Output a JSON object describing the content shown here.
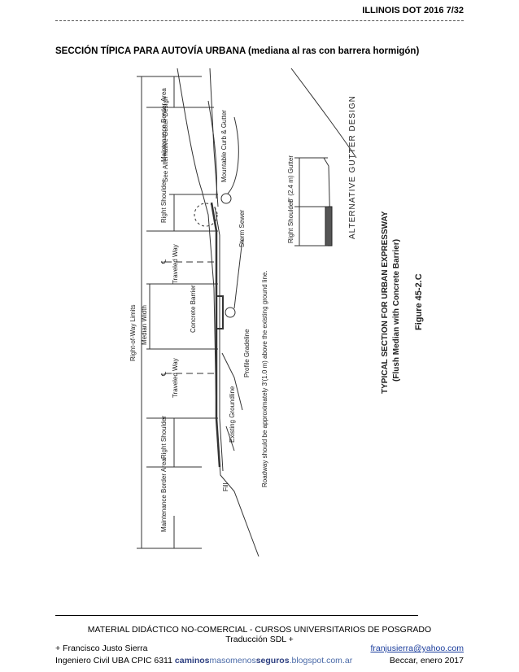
{
  "header": {
    "page_ref": "ILLINOIS DOT 2016 7/32"
  },
  "section_title": "SECCIÓN TÍPICA PARA AUTOVÍA URBANA (mediana al ras con barrera hormigón)",
  "figure": {
    "caption_line1": "TYPICAL SECTION FOR URBAN EXPRESSWAY",
    "caption_line2": "(Flush Median with Concrete Barrier)",
    "figure_number": "Figure 45-2.C",
    "labels": {
      "right_of_way": "Right-of-Way Limits",
      "maintenance_top": "Maintenance Border Area",
      "maintenance_bottom": "Maintenance Border Area",
      "right_shoulder_top": "Right Shoulder",
      "right_shoulder_bottom": "Right Shoulder",
      "traveled_way_top": "Traveled Way",
      "traveled_way_bottom": "Traveled Way",
      "median_width": "Median Width",
      "concrete_barrier": "Concrete Barrier",
      "profile_gradeline": "Profile Gradeline",
      "storm_sewer": "Storm Sewer",
      "mountable_curb": "Mountable Curb & Gutter",
      "see_alternative": "See Alternative Gutter Design",
      "existing_groundline": "Existing Groundline",
      "fill": "Fill",
      "roadway_note": "Roadway should be approximately 3'(1.0 m) above the existing ground line.",
      "alt_gutter_design": "ALTERNATIVE GUTTER DESIGN",
      "alt_right_shoulder": "Right Shoulder",
      "alt_gutter": "8' (2.4 m) Gutter",
      "cl_symbol": "℄"
    }
  },
  "footer": {
    "line1": "MATERIAL DIDÁCTICO NO-COMERCIAL - CURSOS UNIVERSITARIOS DE POSGRADO",
    "line2": "Traducción SDL +",
    "author": "+ Francisco Justo Sierra",
    "email": "franjusierra@yahoo.com",
    "credentials": "Ingeniero Civil UBA CPIC 6311",
    "blog_part1": "caminos",
    "blog_part2": "masomenos",
    "blog_part3": "seguros",
    "blog_part4": ".blogspot.com.ar",
    "place_date": "Beccar, enero 2017"
  }
}
